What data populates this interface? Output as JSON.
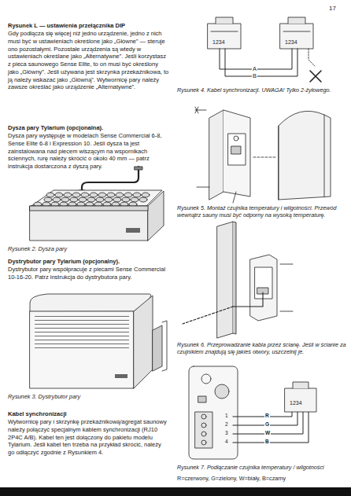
{
  "diagram": {
    "labels": [
      "17",
      "Rysunek L — ustawienia przełącznika DIP",
      "Gdy podłącza się więcej niż jedno urządzenie, jedno z nich musi być w ustawieniach określone jako „Główne” — steruje ono pozostałymi. Pozostałe urządzenia są wtedy w ustawieniach określane jako „Alternatywne”. Jeśli korzystasz z pieca saunowego Sense Elite, to on musi być określony jako „Główny”. Jeśli używana jest skrzynka przekaźnikowa, to ją należy wskazać jako „Główną”. Wytwornicę pary należy zawsze określać jako urządzenie „Alternatywne”.",
      "Dysza pary Tylarium (opcjonalna).",
      "Dysza pary występuje w modelach Sense Commercial 6-8, Sense Elite 6-8 i Expression 10. Jeśli dysza ta jest zainstalowana nad piecem wiszącym na wspornikach ściennych, rurę należy skrócić o około 40 mm — patrz instrukcja dostarczona z dyszą pary.",
      "Rysunek 2. Dysza pary",
      "Dystrybutor pary Tylarium (opcjonalny).",
      "Dystrybutor pary współpracuje z piecami Sense Commercial 10-16-20. Patrz instrukcja do dystrybutora pary.",
      "Rysunek 3. Dystrybutor pary",
      "Kabel synchronizacji",
      "Wytwornicę pary i skrzynkę przekaźnikową/agregat saunowy należy połączyć specjalnym kablem synchronizacji (RJ10 2P4C A/B). Kabel ten jest dołączony do pakietu modelu Tylarium. Jeśli kabel ten trzeba na przykład skrócić, należy go odłączyć zgodnie z Rysunkiem 4.",
      "1234",
      "1234",
      "A",
      "B",
      "Rysunek 4. Kabel synchronizacji. UWAGA! Tylko 2-żyłowego.",
      "Rysunek 5. Montaż czujnika temperatury i wilgotności. Przewód wewnątrz sauny musi być odporny na wysoką temperaturę.",
      "Rysunek 6. Przeprowadzanie kabla przez ścianę. Jeśli w ścianie za czujnikiem znajdują się jakieś otwory, uszczelnij je.",
      "1",
      "2",
      "3",
      "4",
      "1234",
      "R",
      "G",
      "W",
      "B",
      "Rysunek 7. Podłączanie czujnika temperatury / wilgotności",
      "R=czerwony, G=zielony, W=biały, B=czarny"
    ]
  }
}
